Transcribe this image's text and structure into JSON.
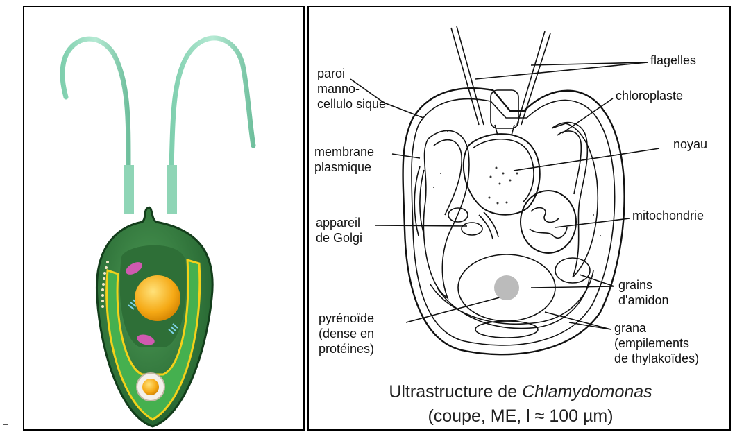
{
  "labels": {
    "paroi": "paroi\nmanno-\ncellulo sique",
    "membrane": "membrane\nplasmique",
    "golgi": "appareil\nde Golgi",
    "pyrenoide": "pyrénoïde\n(dense en\nprotéines)",
    "flagelles": "flagelles",
    "chloroplaste": "chloroplaste",
    "noyau": "noyau",
    "mitochondrie": "mitochondrie",
    "grains": "grains\nd'amidon",
    "grana": "grana\n(empilements\nde thylakoïdes)"
  },
  "caption": {
    "line1_prefix": "Ultrastructure de ",
    "line1_italic": "Chlamydomonas",
    "line2": "(coupe, ME, l ≈ 100 µm)"
  },
  "colors": {
    "flagellum": "#9edbc0",
    "cell_body": "#2f7a3a",
    "chloroplast": "#3fa84a",
    "nucleus": "#f5b21a",
    "mitochondria": "#d05ab0"
  }
}
